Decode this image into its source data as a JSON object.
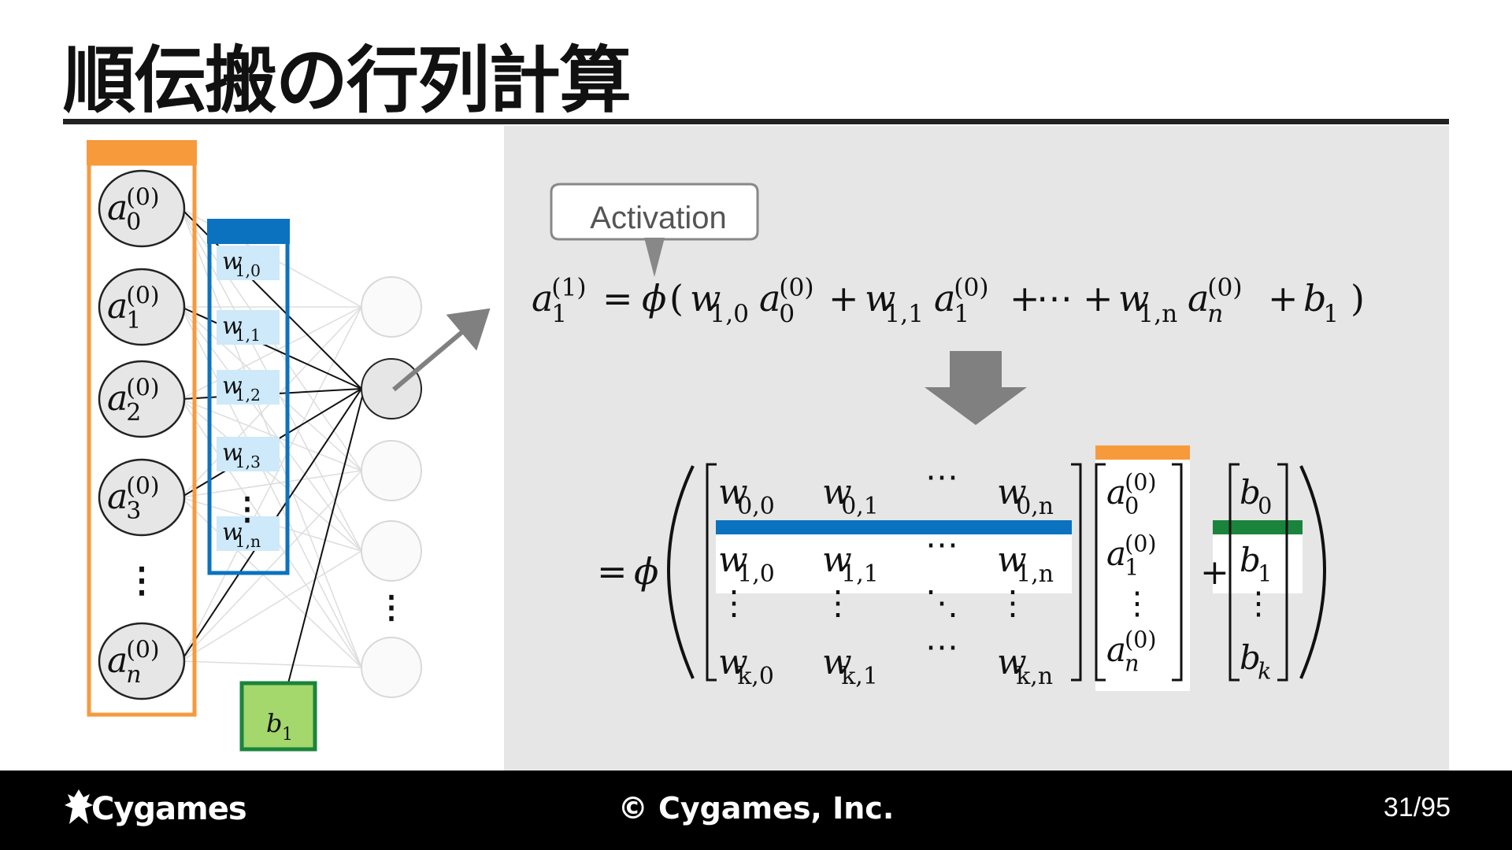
{
  "title": "順伝搬の行列計算",
  "callout_label": "Activation",
  "phi": "ϕ",
  "footer": {
    "brand": "Cygames",
    "copyright": "© Cygames, Inc.",
    "page": "31/95"
  },
  "layer0_neurons": [
    {
      "base": "a",
      "sup": "(0)",
      "sub": "0"
    },
    {
      "base": "a",
      "sup": "(0)",
      "sub": "1"
    },
    {
      "base": "a",
      "sup": "(0)",
      "sub": "2"
    },
    {
      "base": "a",
      "sup": "(0)",
      "sub": "3"
    },
    {
      "base": "a",
      "sup": "(0)",
      "sub": "n"
    }
  ],
  "weight_labels": [
    {
      "base": "w",
      "sub": "1,0"
    },
    {
      "base": "w",
      "sub": "1,1"
    },
    {
      "base": "w",
      "sub": "1,2"
    },
    {
      "base": "w",
      "sub": "1,3"
    },
    {
      "base": "w",
      "sub": "1,n"
    }
  ],
  "bias_label": {
    "base": "b",
    "sub": "1"
  },
  "equation": {
    "lhs": {
      "base": "a",
      "sup": "(1)",
      "sub": "1"
    },
    "terms": [
      {
        "w_sub": "1,0",
        "a_sub": "0"
      },
      {
        "w_sub": "1,1",
        "a_sub": "1"
      },
      {
        "w_sub": "1,n",
        "a_sub": "n"
      }
    ],
    "ellipsis": "⋯",
    "bias": {
      "base": "b",
      "sub": "1"
    }
  },
  "matrix": {
    "rows": [
      [
        "0,0",
        "0,1",
        "⋯",
        "0,n"
      ],
      [
        "1,0",
        "1,1",
        "⋯",
        "1,n"
      ],
      [
        "⋮",
        "⋮",
        "⋱",
        "⋮"
      ],
      [
        "k,0",
        "k,1",
        "⋯",
        "k,n"
      ]
    ],
    "a_vector": [
      "0",
      "1",
      "⋮",
      "n"
    ],
    "b_vector": [
      "0",
      "1",
      "⋮",
      "k"
    ]
  },
  "colors": {
    "orange": "#f79a3c",
    "blue": "#0b72c0",
    "green": "#1b843c",
    "light_blue": "#cde9fa",
    "light_green": "#a4d76c",
    "arrow_gray": "#808080"
  }
}
